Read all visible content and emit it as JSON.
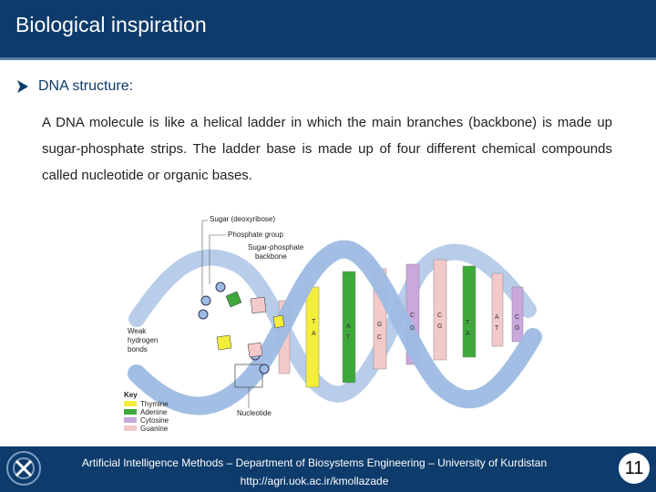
{
  "slide": {
    "title": "Biological inspiration",
    "bullet": "DNA structure:",
    "paragraph": "A DNA molecule is like a helical ladder in which the main branches (backbone) is made up sugar-phosphate strips. The ladder base is made up of four different chemical compounds called nucleotide or organic bases.",
    "page_number": "11"
  },
  "figure": {
    "labels": {
      "sugar": "Sugar (deoxyribose)",
      "phosphate": "Phosphate group",
      "backbone_1": "Sugar-phosphate",
      "backbone_2": "backbone",
      "weak_1": "Weak",
      "weak_2": "hydrogen",
      "weak_3": "bonds",
      "nucleotide": "Nucleotide",
      "key": "Key"
    },
    "key_items": [
      {
        "name": "Thymine",
        "color": "#f2ee3a"
      },
      {
        "name": "Adenine",
        "color": "#3fa83a"
      },
      {
        "name": "Cytosine",
        "color": "#c9a8dc"
      },
      {
        "name": "Guanine",
        "color": "#f3c9c9"
      }
    ]
  },
  "footer": {
    "line1": "Artificial Intelligence Methods – Department of Biosystems Engineering – University of Kurdistan",
    "line2": "http://agri.uok.ac.ir/kmollazade"
  },
  "colors": {
    "navy": "#0d3b6b",
    "helix": "#9dbbe3"
  }
}
